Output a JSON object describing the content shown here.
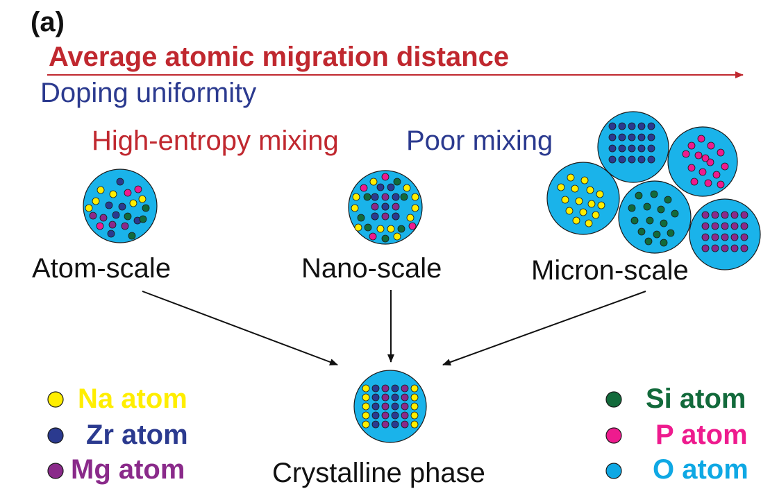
{
  "panel_label": "(a)",
  "arrow_label": "Average atomic migration distance",
  "doping_label": "Doping uniformity",
  "mixing": {
    "high_entropy": "High-entropy mixing",
    "poor": "Poor mixing"
  },
  "scales": {
    "atom": "Atom-scale",
    "nano": "Nano-scale",
    "micron": "Micron-scale"
  },
  "result_label": "Crystalline phase",
  "legend": [
    {
      "label": "Na atom",
      "color": "#ffee00"
    },
    {
      "label": "Zr atom",
      "color": "#2b3a8f"
    },
    {
      "label": "Mg atom",
      "color": "#8a2a8a"
    },
    {
      "label": "Si atom",
      "color": "#126a3b"
    },
    {
      "label": "P atom",
      "color": "#ee1b8e"
    },
    {
      "label": "O atom",
      "color": "#0fa8e4"
    }
  ],
  "colors": {
    "arrow_red": "#c0282f",
    "doping_blue": "#2b3a8f",
    "high_entropy_red": "#c0282f",
    "poor_blue": "#2b3a8f",
    "grain_fill": "#1ab3ea"
  }
}
